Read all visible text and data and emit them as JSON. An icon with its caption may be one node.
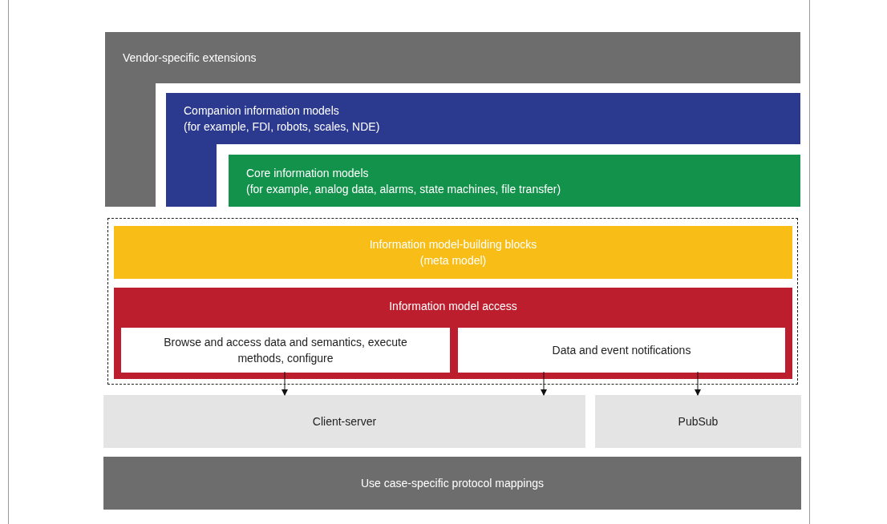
{
  "diagram": {
    "nodes": [
      {
        "text": [
          "Vendor-specific extensions"
        ]
      },
      {
        "text": [
          "Companion information models",
          "(for example, FDI, robots, scales, NDE)"
        ]
      },
      {
        "text": [
          "Core information models",
          "(for example, analog data, alarms, state machines, file transfer)"
        ]
      },
      {
        "text": [],
        "shape": "box"
      },
      {
        "text": [
          "Information model-building blocks",
          "(meta model)"
        ],
        "in": 3
      },
      {
        "text": [
          "Information model access"
        ],
        "in": 3
      },
      {
        "text": [
          "Browse and access data and semantics, execute methods, configure"
        ],
        "in": 5
      },
      {
        "text": [
          "Data and event notifications"
        ],
        "in": 5
      },
      {
        "text": [
          "Client-server"
        ]
      },
      {
        "text": [
          "PubSub"
        ]
      },
      {
        "text": [
          "Use case-specific protocol mappings"
        ]
      }
    ],
    "edges": [
      {
        "from": 6,
        "to": 8,
        "arrow": "to"
      },
      {
        "from": 7,
        "to": 8,
        "arrow": "to"
      },
      {
        "from": 7,
        "to": 9,
        "arrow": "to"
      }
    ]
  }
}
